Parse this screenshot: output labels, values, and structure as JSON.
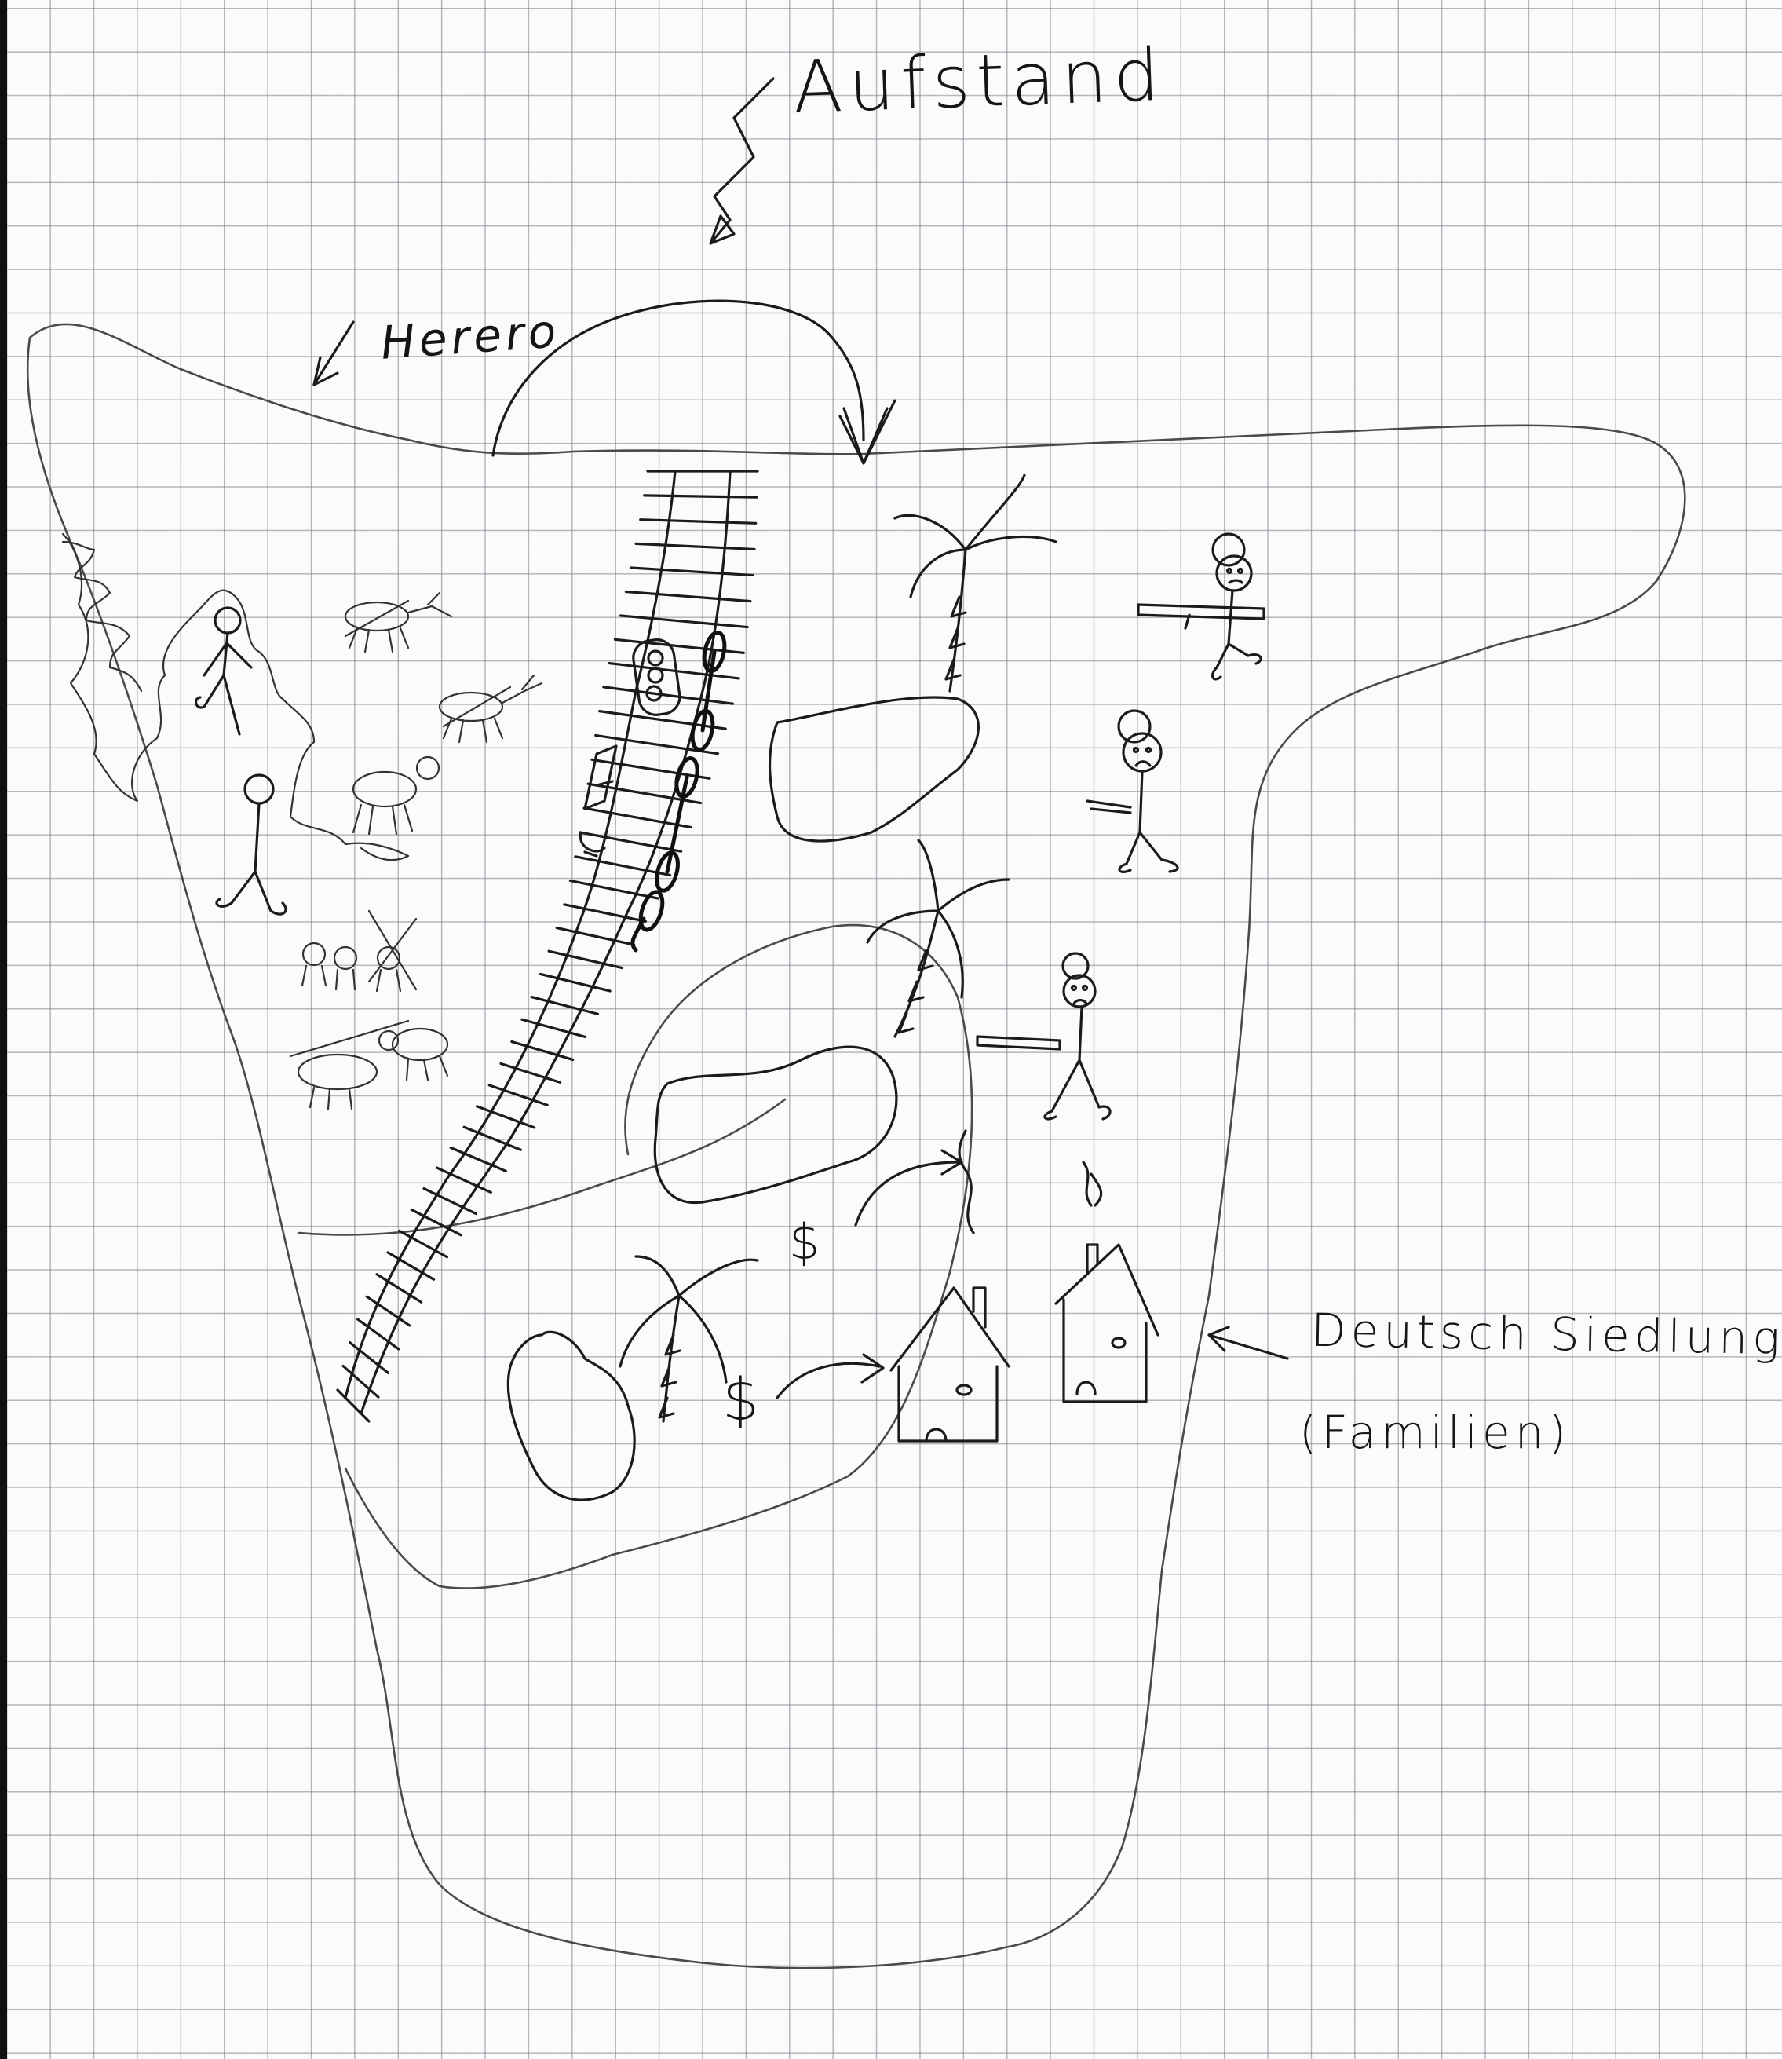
{
  "labels": {
    "top": "Aufstand",
    "coast": "Herero",
    "settlement_line1": "Deutsch Siedlung",
    "settlement_line2": "(Familien)"
  },
  "symbols": {
    "money": "$"
  },
  "icons": [
    "arrow-icon",
    "lightning-icon",
    "palm-tree-icon",
    "house-icon",
    "stick-figure-icon",
    "soldier-icon",
    "rifle-icon",
    "cattle-icon",
    "railway-icon",
    "train-icon",
    "lake-icon"
  ],
  "ink_color": "#1b1b1b",
  "paper_color": "#fbfbfb",
  "grid_color": "#78808a"
}
